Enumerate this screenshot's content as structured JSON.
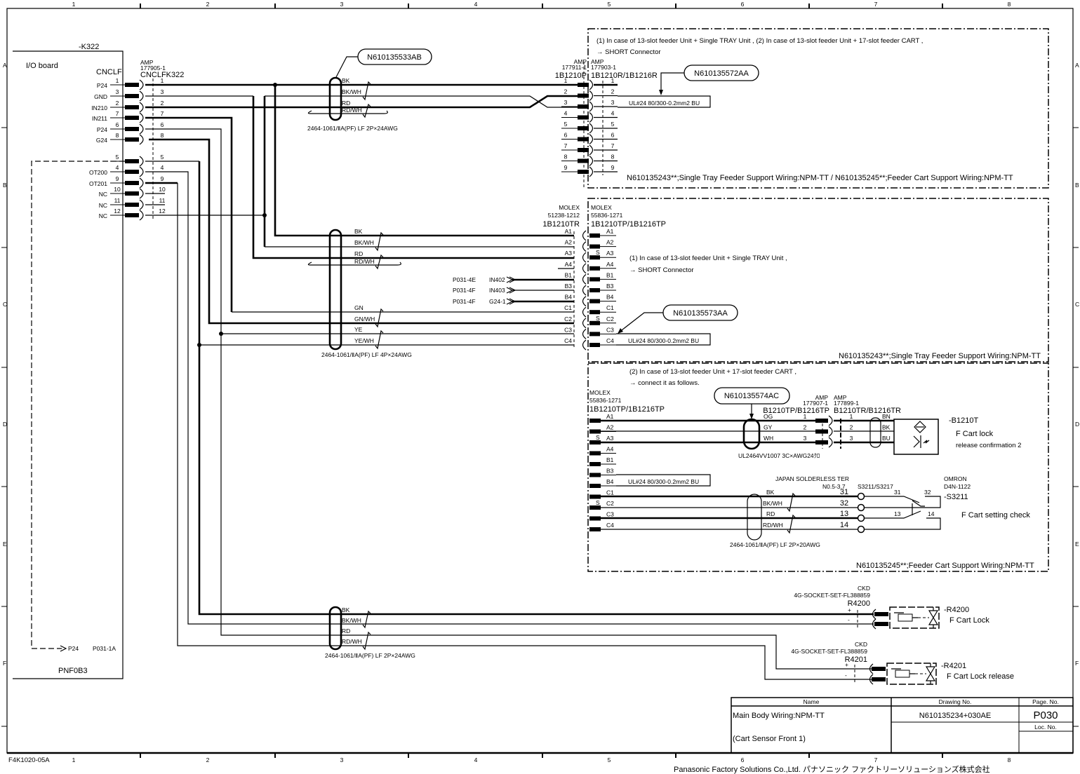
{
  "frame": {
    "columns": [
      "1",
      "2",
      "3",
      "4",
      "5",
      "6",
      "7",
      "8"
    ],
    "rows": [
      "A",
      "B",
      "C",
      "D",
      "E",
      "F"
    ],
    "form_id": "F4K1020-05A",
    "company": "Panasonic Factory Solutions Co.,Ltd. パナソニック ファクトリーソリューションズ株式会社"
  },
  "io_board": {
    "ref": "-K322",
    "title": "I/O board",
    "header": "CNCLF",
    "mate_maker": "AMP",
    "mate_part": "177905-1",
    "mate_name": "CNCLFK322",
    "pins": [
      {
        "num": "1",
        "signal": "P24"
      },
      {
        "num": "3",
        "signal": "GND"
      },
      {
        "num": "2",
        "signal": "IN210"
      },
      {
        "num": "7",
        "signal": "IN211"
      },
      {
        "num": "6",
        "signal": "P24"
      },
      {
        "num": "8",
        "signal": "G24"
      },
      {
        "num": "5",
        "signal": ""
      },
      {
        "num": "4",
        "signal": "OT200"
      },
      {
        "num": "9",
        "signal": "OT201"
      },
      {
        "num": "10",
        "signal": "NC"
      },
      {
        "num": "11",
        "signal": "NC"
      },
      {
        "num": "12",
        "signal": "NC"
      }
    ],
    "dashed_signal": "P24",
    "dashed_ref": "P031-1A",
    "board_code": "PNF0B3"
  },
  "cables": [
    {
      "part_no": "N610135533AB",
      "spec": "2464-1061/ⅡA(PF) LF 2P×24AWG",
      "colors": [
        "BK",
        "BK/WH",
        "RD",
        "RD/WH"
      ]
    },
    {
      "spec": "2464-1061/ⅡA(PF) LF 4P×24AWG",
      "colors": [
        "BK",
        "BK/WH",
        "RD",
        "RD/WH",
        "GN",
        "GN/WH",
        "YE",
        "YE/WH"
      ]
    },
    {
      "spec": "2464-1061/ⅡA(PF) LF 2P×24AWG",
      "colors": [
        "BK",
        "BK/WH",
        "RD",
        "RD/WH"
      ]
    }
  ],
  "section1": {
    "note1": "(1) In case of 13-slot feeder Unit + Single TRAY Unit , (2) In case of 13-slot feeder Unit + 17-slot feeder CART ,",
    "note2": "→ SHORT Connector",
    "left_conn": {
      "maker": "AMP",
      "part": "177911-1",
      "name": "1B1210P"
    },
    "right_conn": {
      "maker": "AMP",
      "part": "177903-1",
      "name": "1B1210R/1B1216R"
    },
    "pins": [
      "1",
      "2",
      "3",
      "4",
      "5",
      "6",
      "7",
      "8",
      "9"
    ],
    "short_label": "UL#24 80/300-0.2mm2 BU",
    "part_no": "N610135572AA",
    "footer": "N610135243**;Single Tray Feeder Support Wiring:NPM-TT / N610135245**;Feeder Cart Support Wiring:NPM-TT"
  },
  "section2": {
    "note1": "(1) In case of 13-slot feeder Unit + Single TRAY Unit ,",
    "note2": "→ SHORT Connector",
    "left_conn": {
      "maker": "MOLEX",
      "part": "51238-1212",
      "name": "1B1210TR"
    },
    "right_conn": {
      "maker": "MOLEX",
      "part": "55836-1271",
      "name": "1B1210TP/1B1216TP"
    },
    "pins": [
      "A1",
      "A2",
      "A3",
      "A4",
      "B1",
      "B3",
      "B4",
      "C1",
      "C2",
      "C3",
      "C4"
    ],
    "shield_mark": "S",
    "inputs": [
      {
        "ref": "P031-4E",
        "signal": "IN402"
      },
      {
        "ref": "P031-4F",
        "signal": "IN403"
      },
      {
        "ref": "P031-4F",
        "signal": "G24-1"
      }
    ],
    "short_label": "UL#24 80/300-0.2mm2 BU",
    "part_no": "N610135573AA",
    "footer": "N610135243**;Single Tray Feeder Support Wiring:NPM-TT"
  },
  "section3": {
    "note1": "(2) In case of 13-slot feeder Unit + 17-slot feeder CART ,",
    "note2": "→ connect it as follows.",
    "conn": {
      "maker": "MOLEX",
      "part": "55836-1271",
      "name": "1B1210TP/1B1216TP"
    },
    "pins": [
      "A1",
      "A2",
      "A3",
      "A4",
      "B1",
      "B3",
      "B4",
      "C1",
      "C2",
      "C3",
      "C4"
    ],
    "short_label": "UL#24 80/300-0.2mm2 BU",
    "sensor_cable": {
      "part_no": "N610135574AC",
      "spec": "UL2464VV1007 3C×AWG24ｸﾛ",
      "colors": [
        "OG",
        "GY",
        "WH"
      ]
    },
    "plug": {
      "maker_left": "AMP",
      "part_left": "177907-1",
      "name_left": "B1210TP/B1216TP",
      "maker_right": "AMP",
      "part_right": "177899-1",
      "name_right": "B1210TR/B1216TR",
      "pins": [
        "1",
        "2",
        "3"
      ]
    },
    "sensor": {
      "wires": [
        "BN",
        "BK",
        "BU"
      ],
      "ref": "-B1210T",
      "desc1": "F Cart lock",
      "desc2": "release confirmation 2"
    },
    "terminal": {
      "maker": "JAPAN SOLDERLESS TER",
      "part": "N0.5-3.7",
      "name": "S3211/S3217",
      "nums": [
        "31",
        "32",
        "13",
        "14"
      ]
    },
    "switch_cable": {
      "spec": "2464-1061/ⅡA(PF) LF 2P×20AWG",
      "colors": [
        "BK",
        "BK/WH",
        "RD",
        "RD/WH"
      ]
    },
    "switch": {
      "maker": "OMRON",
      "part": "D4N-1122",
      "ref": "-S3211",
      "desc": "F Cart setting check",
      "contacts": [
        "31",
        "32",
        "13",
        "14"
      ]
    },
    "footer": "N610135245**;Feeder Cart Support Wiring:NPM-TT"
  },
  "valves": [
    {
      "maker": "CKD",
      "part": "4G-SOCKET-SET-FL388859",
      "name": "R4200",
      "ref": "-R4200",
      "desc": "F Cart Lock",
      "plus": "+",
      "minus": "-"
    },
    {
      "maker": "CKD",
      "part": "4G-SOCKET-SET-FL388859",
      "name": "R4201",
      "ref": "-R4201",
      "desc": "F Cart Lock release",
      "plus": "+",
      "minus": "-"
    }
  ],
  "title_block": {
    "name_header": "Name",
    "drawing_header": "Drawing No.",
    "page_header": "Page. No.",
    "loc_header": "Loc. No.",
    "name_line1": "Main Body Wiring:NPM-TT",
    "name_line2": "(Cart Sensor Front 1)",
    "drawing_no": "N610135234+030AE",
    "page_no": "P030"
  }
}
